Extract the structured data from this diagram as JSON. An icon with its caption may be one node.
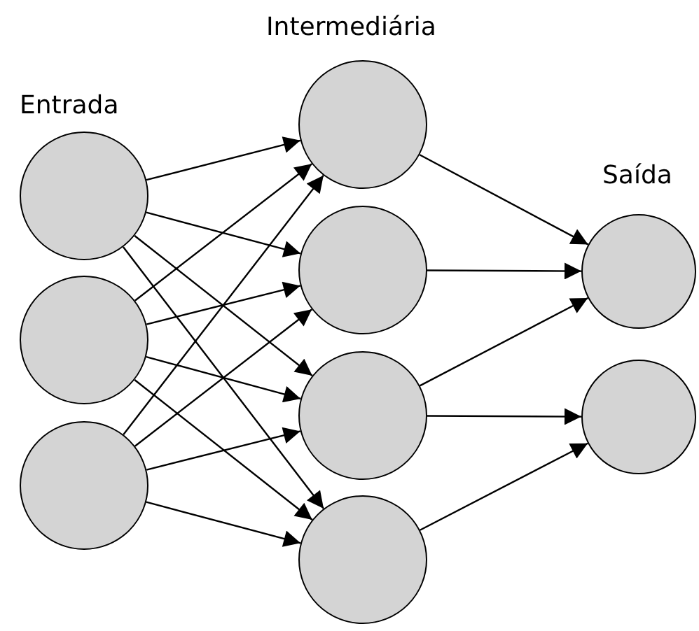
{
  "diagram": {
    "nodes": [
      {
        "text": [],
        "shape": "circle"
      },
      {
        "text": [],
        "shape": "circle"
      },
      {
        "text": [],
        "shape": "circle"
      },
      {
        "text": [],
        "shape": "circle"
      },
      {
        "text": [],
        "shape": "circle"
      },
      {
        "text": [],
        "shape": "circle"
      },
      {
        "text": [],
        "shape": "circle"
      },
      {
        "text": [],
        "shape": "circle"
      },
      {
        "text": [],
        "shape": "circle"
      }
    ],
    "edges": [
      {
        "from": 0,
        "to": 3,
        "arrow": "to"
      },
      {
        "from": 0,
        "to": 4,
        "arrow": "to"
      },
      {
        "from": 0,
        "to": 5,
        "arrow": "to"
      },
      {
        "from": 0,
        "to": 6,
        "arrow": "to"
      },
      {
        "from": 1,
        "to": 3,
        "arrow": "to"
      },
      {
        "from": 1,
        "to": 4,
        "arrow": "to"
      },
      {
        "from": 1,
        "to": 5,
        "arrow": "to"
      },
      {
        "from": 1,
        "to": 6,
        "arrow": "to"
      },
      {
        "from": 2,
        "to": 3,
        "arrow": "to"
      },
      {
        "from": 2,
        "to": 4,
        "arrow": "to"
      },
      {
        "from": 2,
        "to": 5,
        "arrow": "to"
      },
      {
        "from": 2,
        "to": 6,
        "arrow": "to"
      },
      {
        "from": 3,
        "to": 7,
        "arrow": "to"
      },
      {
        "from": 4,
        "to": 7,
        "arrow": "to"
      },
      {
        "from": 5,
        "to": 7,
        "arrow": "to"
      },
      {
        "from": 5,
        "to": 8,
        "arrow": "to"
      },
      {
        "from": 6,
        "to": 8,
        "arrow": "to"
      }
    ],
    "labels": [
      "Intermediária",
      "Entrada",
      "Saída"
    ]
  }
}
